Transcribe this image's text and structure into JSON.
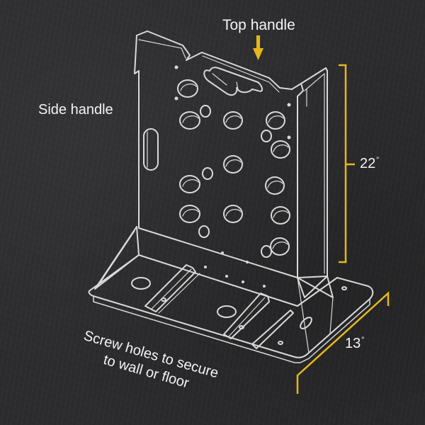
{
  "diagram": {
    "subject": "Bracket with side handle, top handle and screw-hole base",
    "labels": {
      "top_handle": "Top handle",
      "side_handle": "Side handle",
      "screw_holes_line1": "Screw holes to secure",
      "screw_holes_line2": "to wall or floor"
    },
    "dimensions": {
      "height_value": "22",
      "depth_value": "13",
      "unit_mark": "″"
    },
    "colors": {
      "background": "#2c2c2e",
      "line_art": "#d9d9d9",
      "accent": "#e8b819",
      "text": "#f4f4f4"
    }
  }
}
